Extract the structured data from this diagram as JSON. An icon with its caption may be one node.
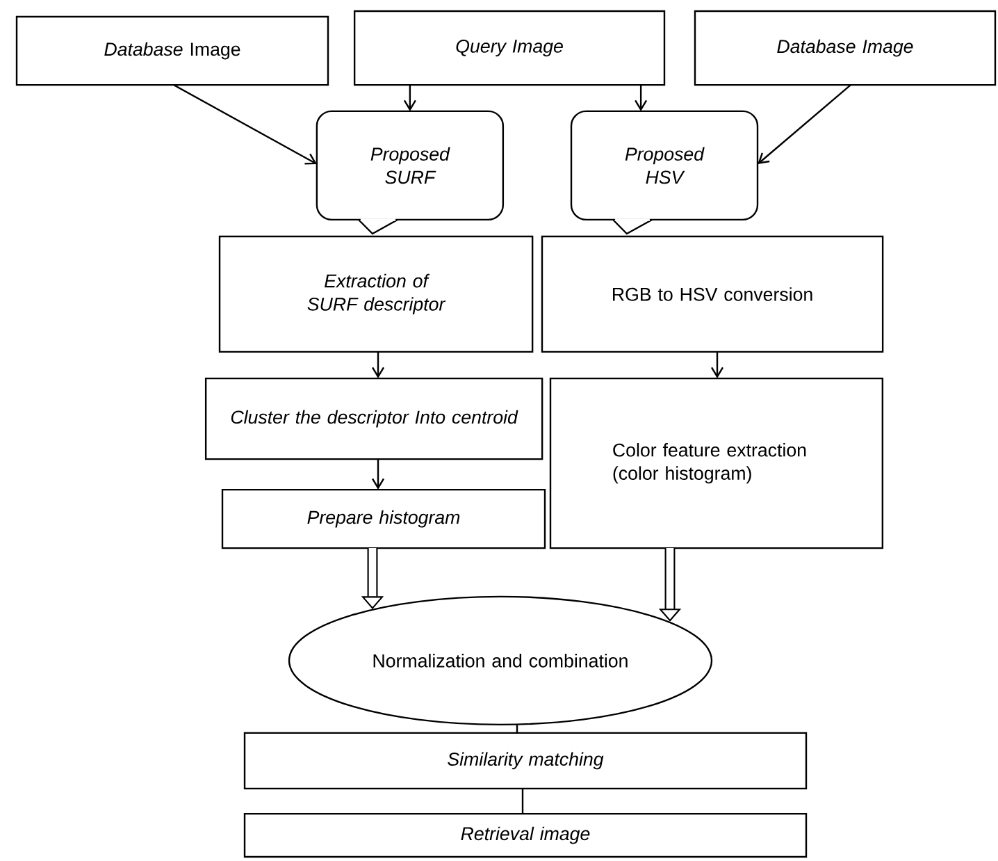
{
  "diagram": {
    "nodes": [
      {
        "text": [
          "*Database* Image"
        ]
      },
      {
        "text": [
          "Query Image"
        ]
      },
      {
        "text": [
          "Database Image"
        ]
      },
      {
        "text": [
          "Proposed SURF"
        ]
      },
      {
        "text": [
          "Proposed HSV"
        ]
      },
      {
        "text": [
          "Extraction of SURF descriptor"
        ]
      },
      {
        "text": [
          "RGB to HSV conversion"
        ]
      },
      {
        "text": [
          "Cluster the descriptor Into centroid"
        ]
      },
      {
        "text": [
          "Color feature extraction (color histogram)"
        ]
      },
      {
        "text": [
          "Prepare histogram"
        ]
      },
      {
        "text": [
          "Normalization and combination"
        ]
      },
      {
        "text": [
          "Similarity matching"
        ]
      },
      {
        "text": [
          "Retrieval image"
        ]
      }
    ],
    "edges": [
      {
        "from": 0,
        "to": 3,
        "arrow": "to"
      },
      {
        "from": 1,
        "to": 3,
        "arrow": "to"
      },
      {
        "from": 1,
        "to": 4,
        "arrow": "to"
      },
      {
        "from": 2,
        "to": 4,
        "arrow": "to"
      },
      {
        "from": 5,
        "to": 7,
        "arrow": "to"
      },
      {
        "from": 6,
        "to": 8,
        "arrow": "to"
      },
      {
        "from": 7,
        "to": 9,
        "arrow": "to"
      },
      {
        "from": 9,
        "to": 10,
        "arrow": "to",
        "style": "thick"
      },
      {
        "from": 8,
        "to": 10,
        "arrow": "to",
        "style": "thick"
      },
      {
        "from": 10,
        "to": 11,
        "arrow": "none"
      },
      {
        "from": 11,
        "to": 12,
        "arrow": "none"
      }
    ]
  }
}
